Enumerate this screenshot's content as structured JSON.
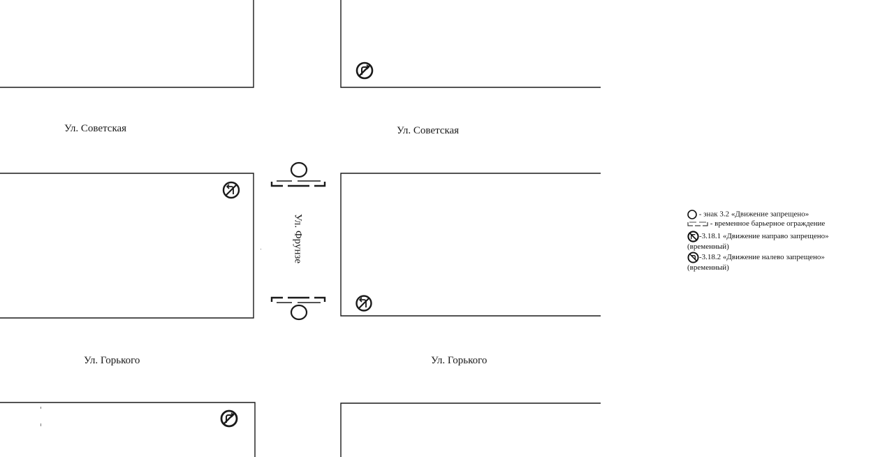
{
  "streets": {
    "sovetskaya_left": "Ул. Советская",
    "sovetskaya_right": "Ул. Советская",
    "gorkogo_left": "Ул. Горького",
    "gorkogo_right": "Ул. Горького",
    "frunze": "Ул. Фрунзе"
  },
  "signs": [
    {
      "name": "no-right-turn-sign-top-right",
      "type": "3.18.1",
      "icon": "no-right-turn-icon"
    },
    {
      "name": "no-left-turn-sign-middle-left",
      "type": "3.18.2",
      "icon": "no-left-turn-icon"
    },
    {
      "name": "no-left-turn-sign-middle-right",
      "type": "3.18.2",
      "icon": "no-left-turn-icon"
    },
    {
      "name": "no-right-turn-sign-bottom-left",
      "type": "3.18.1",
      "icon": "no-right-turn-icon"
    },
    {
      "name": "no-entry-sign-top",
      "type": "3.2",
      "icon": "no-traffic-circle-icon"
    },
    {
      "name": "no-entry-sign-bottom",
      "type": "3.2",
      "icon": "no-traffic-circle-icon"
    }
  ],
  "legend": {
    "item1": " - знак 3.2 «Движение запрещено»",
    "item2": " - временное барьерное ограждение",
    "item3": "-3.18.1 «Движение направо запрещено»",
    "item3b": "(временный)",
    "item4": "-3.18.2 «Движение налево запрещено»",
    "item4b": "(временный)"
  },
  "colors": {
    "ink": "#1a1a1a",
    "background": "#ffffff"
  }
}
